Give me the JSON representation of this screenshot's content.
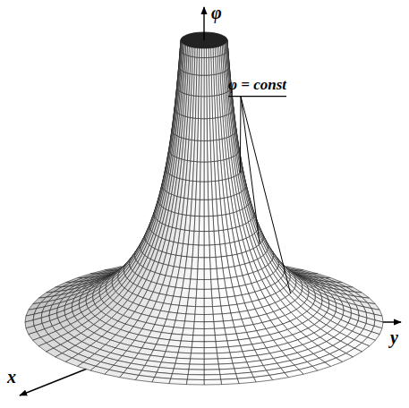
{
  "diagram": {
    "labels": [
      "φ",
      "x",
      "y",
      "φ = const"
    ]
  }
}
